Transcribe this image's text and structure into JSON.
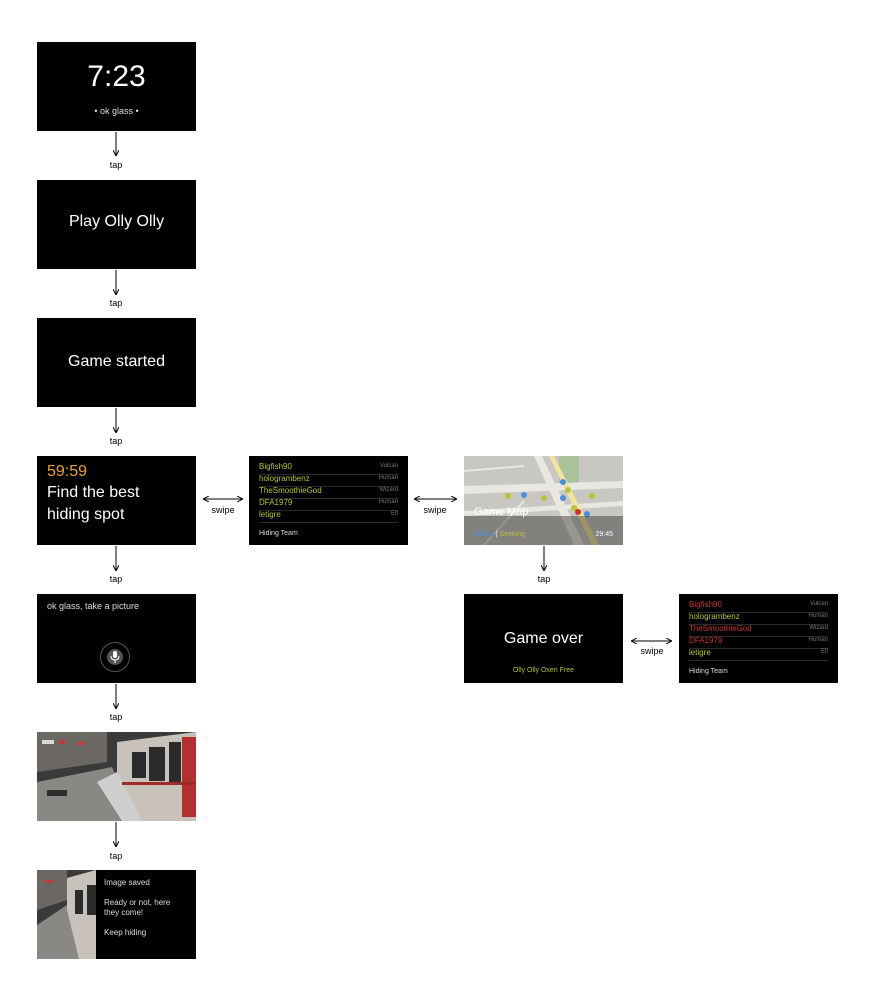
{
  "cards": {
    "home": {
      "time": "7:23",
      "hint": "ok glass"
    },
    "play": {
      "title": "Play Olly Olly"
    },
    "started": {
      "title": "Game started"
    },
    "hiding": {
      "timer": "59:59",
      "line1": "Find the best",
      "line2": "hiding spot"
    },
    "picture": {
      "command": "ok glass, take a picture"
    },
    "saved": {
      "line1": "Image saved",
      "line2": "Ready or not, here",
      "line3": "they come!",
      "line4": "Keep hiding"
    },
    "map": {
      "title": "Game Map",
      "timer": "29:45",
      "legend_a": "Hiding",
      "legend_sep": "|",
      "legend_b": "Seeking"
    },
    "over": {
      "title": "Game over",
      "subtitle": "Olly Olly Oxen Free"
    }
  },
  "team_a": {
    "footer": "Hiding Team",
    "rows": [
      {
        "name": "Bigfish90",
        "race": "Vulcan"
      },
      {
        "name": "hologrambenz",
        "race": "Human"
      },
      {
        "name": "TheSmoothieGod",
        "race": "Wizard"
      },
      {
        "name": "DFA1979",
        "race": "Human"
      },
      {
        "name": "letigre",
        "race": "Elf"
      }
    ],
    "color": "#b8c23a"
  },
  "team_b": {
    "footer": "Hiding Team",
    "rows": [
      {
        "name": "Bigfish90",
        "race": "Vulcan"
      },
      {
        "name": "hologrambenz",
        "race": "Human"
      },
      {
        "name": "TheSmoothieGod",
        "race": "Wizard"
      },
      {
        "name": "DFA1979",
        "race": "Human"
      },
      {
        "name": "letigre",
        "race": "Elf"
      }
    ],
    "colors": [
      "#c8322a",
      "#b8c23a",
      "#c8322a",
      "#c8322a",
      "#b8c23a"
    ]
  },
  "labels": {
    "tap": "tap",
    "swipe": "swipe"
  },
  "colors": {
    "timer": "#e8a23c",
    "green": "#b8c23a",
    "red": "#c8322a",
    "blue": "#4a90d9"
  }
}
